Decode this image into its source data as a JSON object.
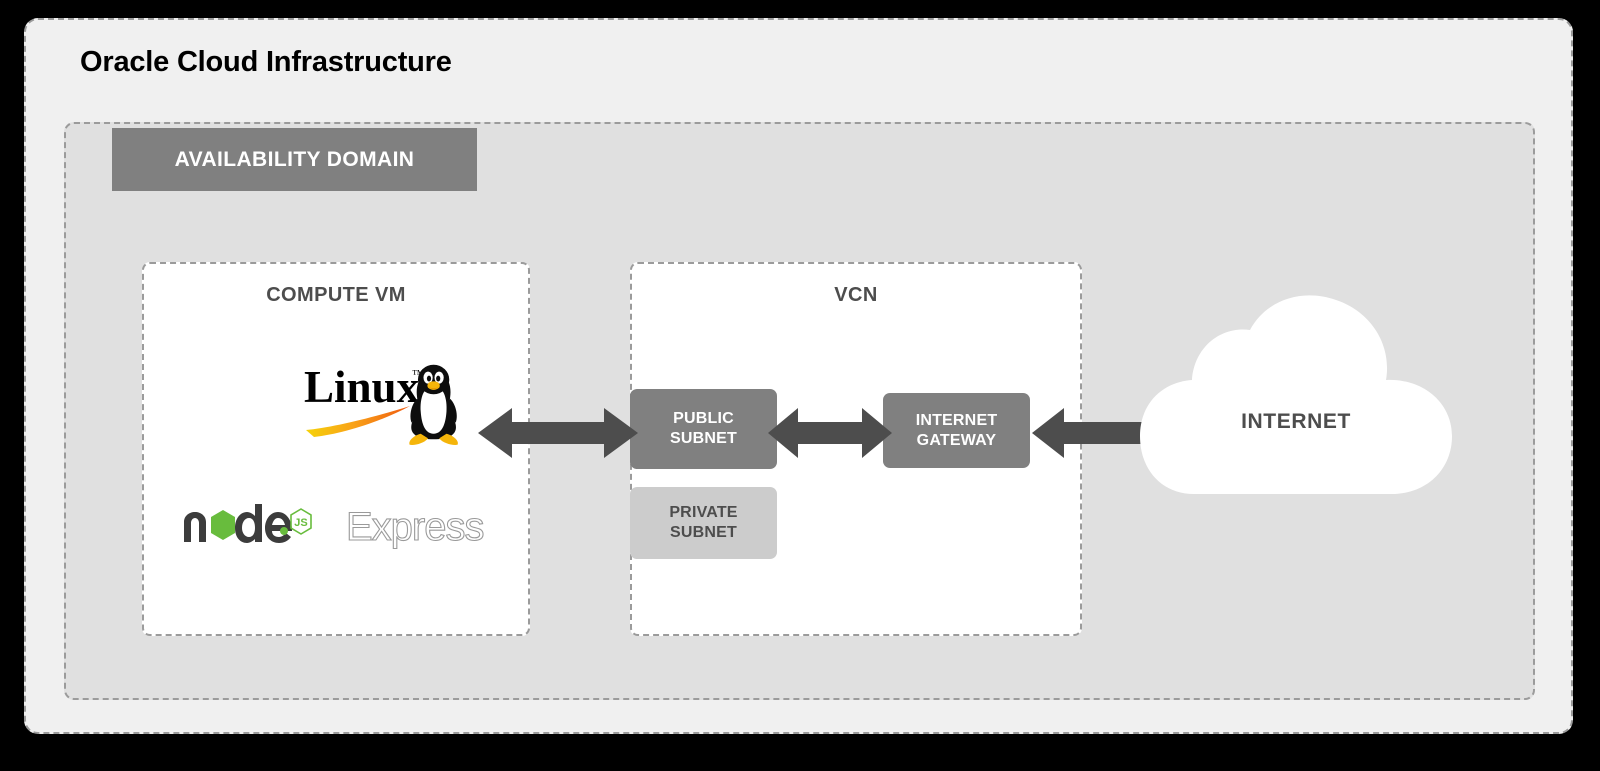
{
  "page": {
    "background_color": "#000000",
    "panel_color": "#f0f0f0",
    "availability_domain_color": "#e0e0e0",
    "accent_dark_gray": "#808080",
    "accent_light_gray": "#cccccc",
    "arrow_color": "#4d4d4d",
    "dashed_border_color": "#9b9b9b"
  },
  "diagram": {
    "type": "architecture",
    "title": "Oracle Cloud Infrastructure",
    "availability_domain": {
      "banner_label": "AVAILABILITY DOMAIN"
    },
    "zones": [
      {
        "id": "compute-vm",
        "label": "COMPUTE VM",
        "logos": [
          {
            "name": "linux-logo",
            "text": "Linux"
          },
          {
            "name": "nodejs-logo",
            "text": "node"
          },
          {
            "name": "express-logo",
            "text": "Express"
          }
        ]
      },
      {
        "id": "vcn",
        "label": "VCN",
        "boxes": [
          {
            "id": "public-subnet",
            "label": "PUBLIC\nSUBNET",
            "line1": "PUBLIC",
            "line2": "SUBNET",
            "style": "dark"
          },
          {
            "id": "private-subnet",
            "label": "PRIVATE\nSUBNET",
            "line1": "PRIVATE",
            "line2": "SUBNET",
            "style": "light"
          },
          {
            "id": "internet-gateway",
            "label": "INTERNET\nGATEWAY",
            "line1": "INTERNET",
            "line2": "GATEWAY",
            "style": "dark"
          }
        ]
      }
    ],
    "external": {
      "id": "internet-cloud",
      "label": "INTERNET",
      "shape": "cloud"
    },
    "connections": [
      {
        "id": "vm-to-public-subnet",
        "from": "compute-vm",
        "to": "public-subnet",
        "direction": "bidirectional"
      },
      {
        "id": "public-subnet-to-internet-gateway",
        "from": "public-subnet",
        "to": "internet-gateway",
        "direction": "bidirectional"
      },
      {
        "id": "internet-gateway-to-internet",
        "from": "internet-gateway",
        "to": "internet-cloud",
        "direction": "bidirectional"
      }
    ]
  }
}
